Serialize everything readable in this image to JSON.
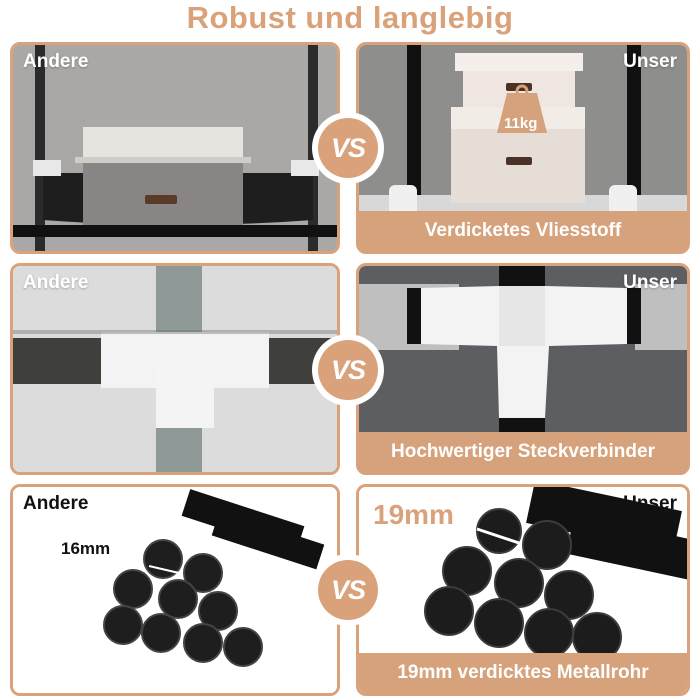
{
  "title": "Robust und langlebig",
  "vs_label": "VS",
  "rows": [
    {
      "left_tag": "Andere",
      "right_tag": "Unser",
      "right_caption": "Verdicketes Vliesstoff",
      "weight_label": "11kg"
    },
    {
      "left_tag": "Andere",
      "right_tag": "Unser",
      "right_caption": "Hochwertiger Steckverbinder"
    },
    {
      "left_tag": "Andere",
      "right_tag": "Unser",
      "right_caption": "19mm verdicktes Metallrohr",
      "left_size": "16mm",
      "right_size": "19mm"
    }
  ],
  "colors": {
    "accent": "#d9a27a",
    "caption_bg": "#d6a27c"
  }
}
